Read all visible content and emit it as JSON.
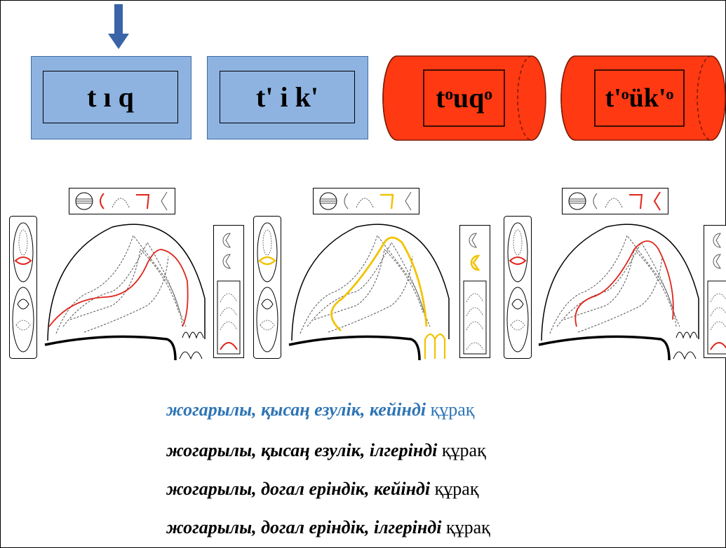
{
  "words": [
    {
      "text": "t ı q",
      "style": "blue"
    },
    {
      "text": "t' i k'",
      "style": "blue"
    },
    {
      "text": "tᵒuqᵒ",
      "style": "red"
    },
    {
      "text": "t'ᵒük'ᵒ",
      "style": "red"
    }
  ],
  "phrases": [
    {
      "italic": "жогарылы,  қысаң езулік, кейінді",
      "tail": "құрақ",
      "color": "#2e75b6"
    },
    {
      "italic": "жогарылы, қысаң езулік, ілгерінді",
      "tail": "құрақ",
      "color": "#000000"
    },
    {
      "italic": "жогарылы,  догал еріндік, кейінді",
      "tail": "құрақ",
      "color": "#000000"
    },
    {
      "italic": "жогарылы, догал еріндік, ілгерінді",
      "tail": "құрақ",
      "color": "#000000"
    }
  ],
  "colors": {
    "blue_fill": "#8fb3e0",
    "red_fill": "#ff3a12",
    "highlight_red": "#e0241a",
    "highlight_yellow": "#f2c300",
    "arrow": "#3a64a8"
  }
}
